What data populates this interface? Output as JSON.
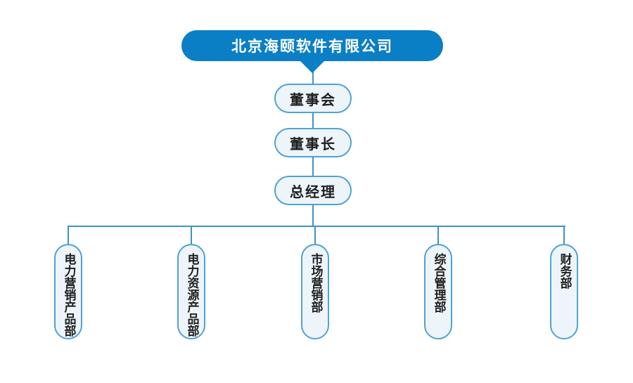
{
  "chart_title": "北京海颐软件有限公司",
  "root": {
    "label": "北京海颐软件有限公司"
  },
  "chain": [
    {
      "label": "董事会"
    },
    {
      "label": "董事长"
    },
    {
      "label": "总经理"
    }
  ],
  "departments": [
    {
      "label": "电力营销产品部"
    },
    {
      "label": "电力资源产品部"
    },
    {
      "label": "市场营销部"
    },
    {
      "label": "综合管理部"
    },
    {
      "label": "财务部"
    }
  ],
  "colors": {
    "root_fill": "#0a7fc6",
    "root_text": "#ffffff",
    "node_fill": "#edf5fb",
    "node_border": "#4fa2d4",
    "connector": "#4191c4",
    "node_text": "#1f1f1f",
    "background": "#ffffff"
  }
}
